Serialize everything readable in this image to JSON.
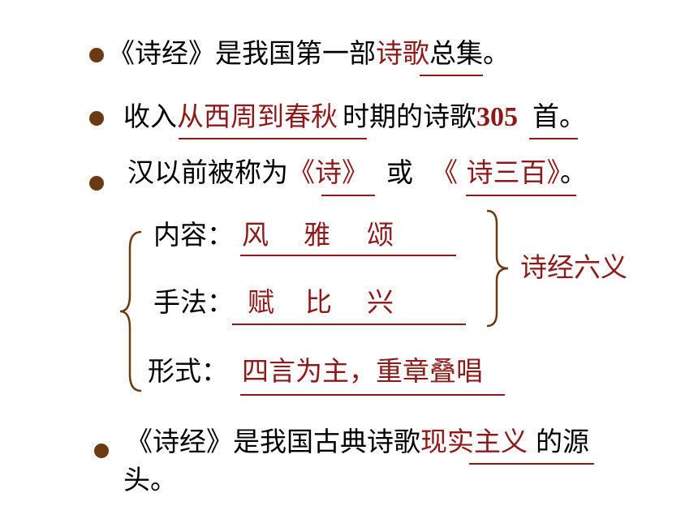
{
  "colors": {
    "accent": "#8b1a1a",
    "bullet": "#6b3a12",
    "text": "#000000"
  },
  "line1": {
    "prefix": "《诗经》是我国第一部",
    "answer": "诗歌",
    "suffix": "总集。"
  },
  "line2": {
    "prefix": "收入",
    "answer": "从西周到春秋",
    "middle": "时期的诗歌",
    "number": "305",
    "suffix": "首。"
  },
  "line3": {
    "prefix": "汉以前被称为",
    "answer1": "《诗》",
    "middle": "或",
    "answer2": "《 诗三百》",
    "suffix": "。"
  },
  "six_meanings": {
    "content_label": "内容：",
    "content_values": [
      "风",
      "雅",
      "颂"
    ],
    "technique_label": "手法：",
    "technique_values": [
      "赋",
      "比",
      "兴"
    ],
    "form_label": "形式：",
    "form_value": "四言为主，重章叠唱",
    "group_label": "诗经六义"
  },
  "line4": {
    "prefix": "《诗经》是我国古典诗歌",
    "answer": "现实主义",
    "suffix": "的源",
    "wrap": "头。"
  }
}
